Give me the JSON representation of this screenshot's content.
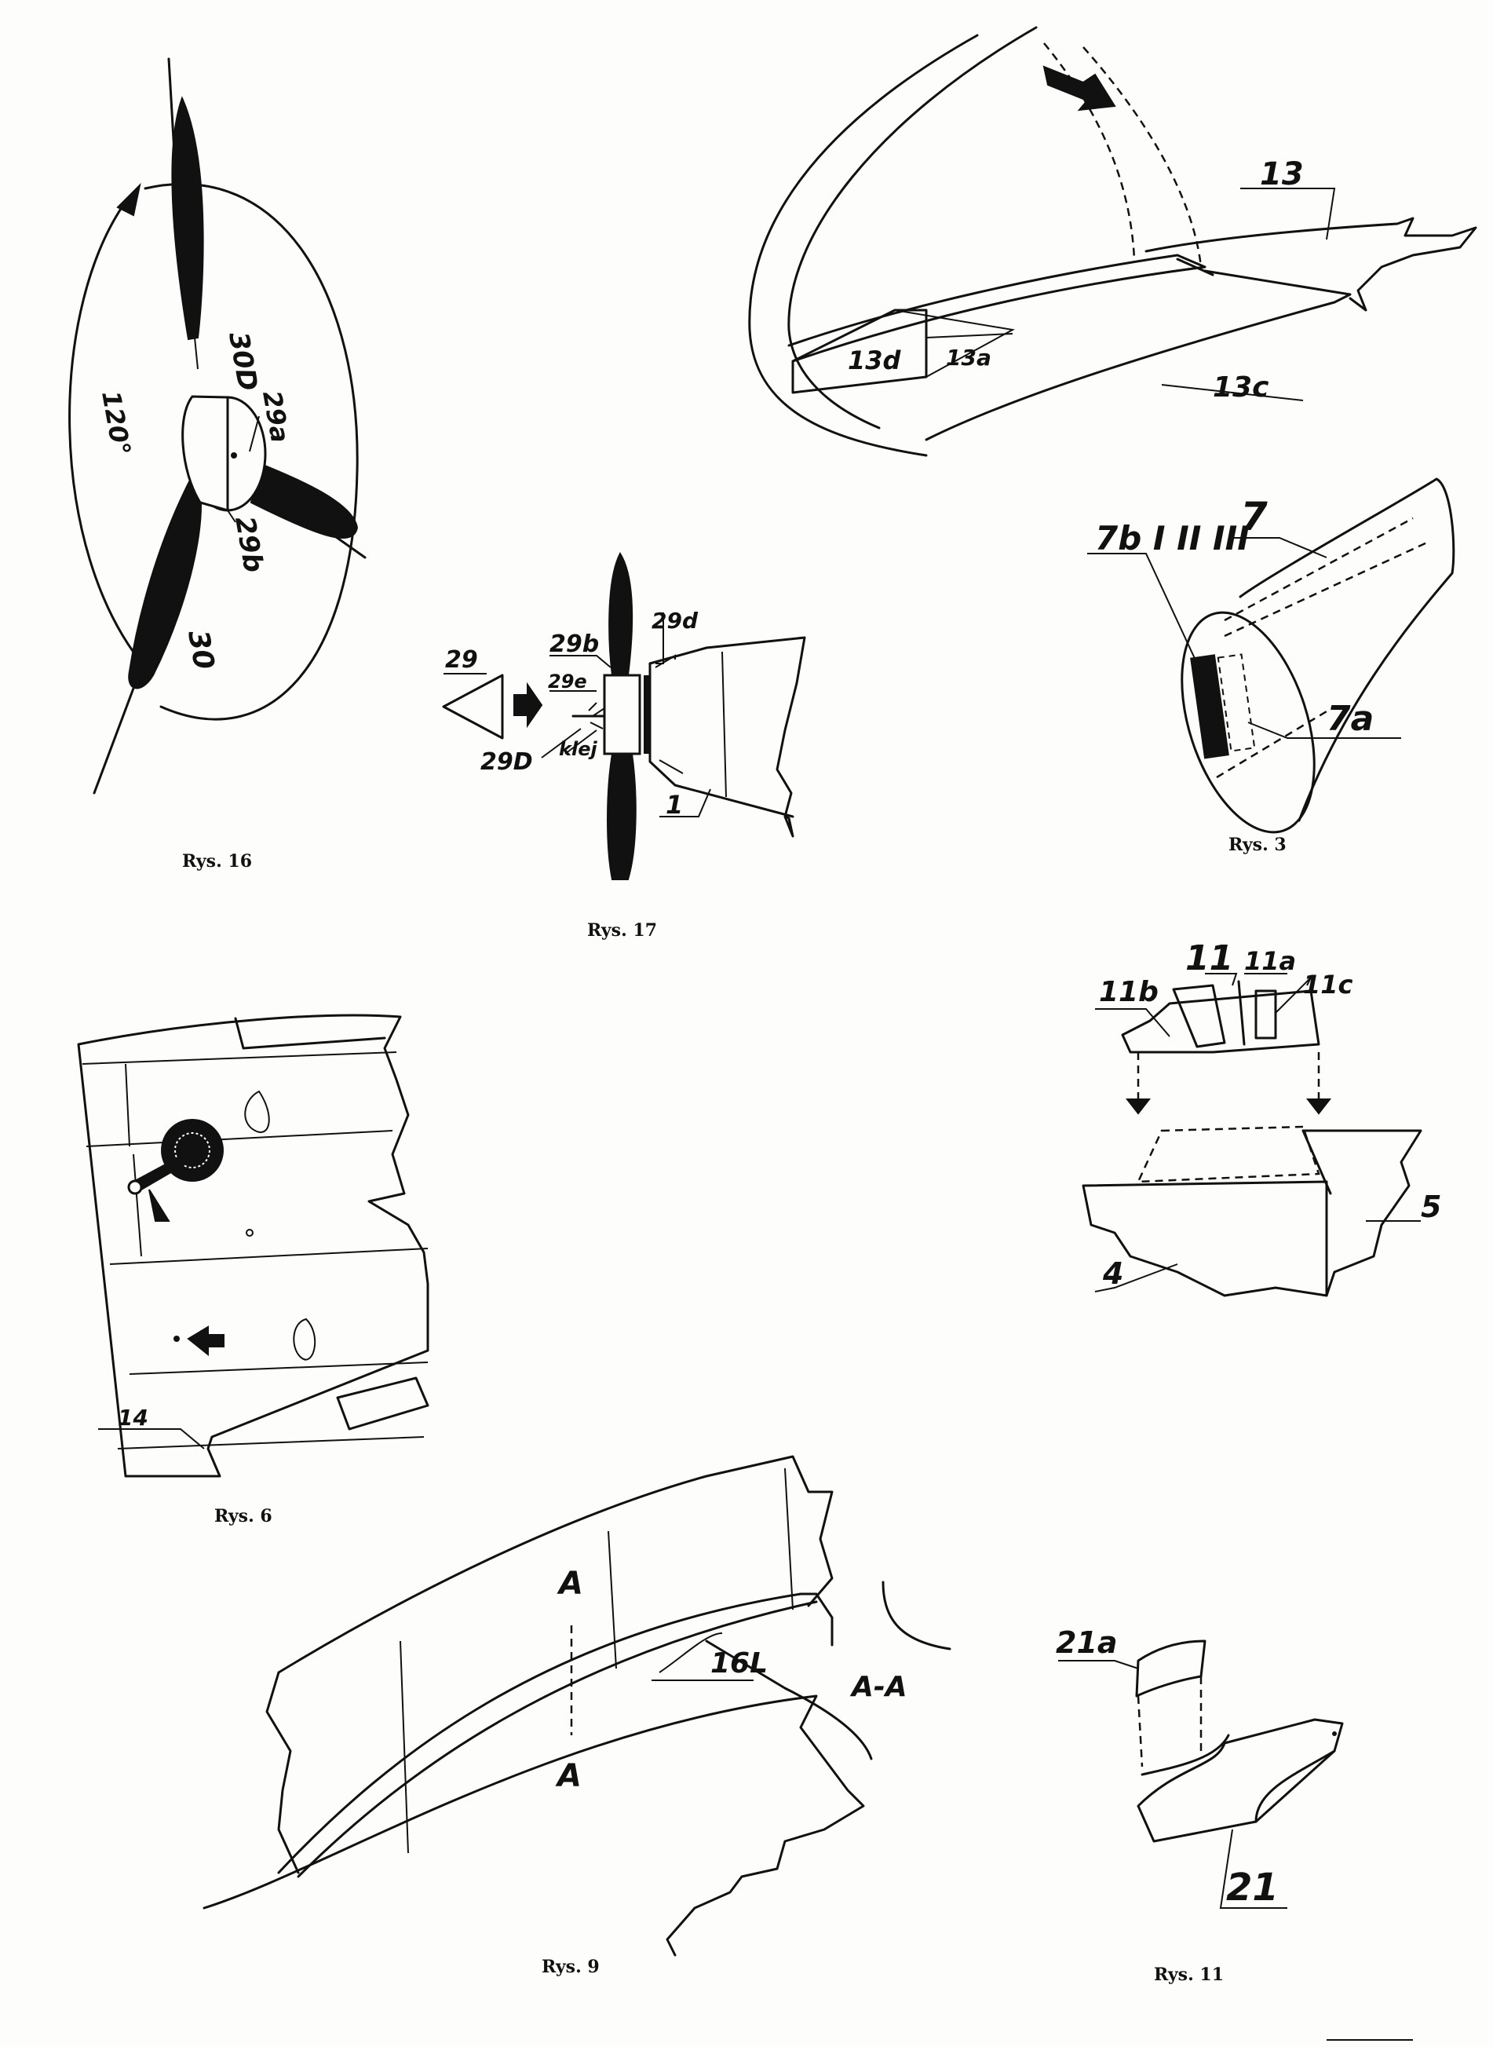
{
  "rys16": {
    "caption": "Rys. 16",
    "angle": "120°",
    "labels": [
      "30D",
      "29a",
      "29b",
      "30"
    ]
  },
  "rys17": {
    "caption": "Rys. 17",
    "labels": [
      "29",
      "29b",
      "29d",
      "29e",
      "29D",
      "klej",
      "1"
    ]
  },
  "part13": {
    "labels": [
      "13",
      "13d",
      "13a",
      "13c"
    ]
  },
  "rys3": {
    "caption": "Rys. 3",
    "labels": [
      "7b I II III",
      "7",
      "7a"
    ]
  },
  "part11": {
    "labels": [
      "11b",
      "11",
      "11a",
      "11c",
      "5",
      "4"
    ]
  },
  "rys6": {
    "caption": "Rys. 6",
    "labels": [
      "14"
    ]
  },
  "rys9": {
    "caption": "Rys. 9",
    "labels": [
      "A",
      "A",
      "16L"
    ],
    "section": "A-A"
  },
  "rys11": {
    "caption": "Rys. 11",
    "labels": [
      "21a",
      "21"
    ]
  }
}
